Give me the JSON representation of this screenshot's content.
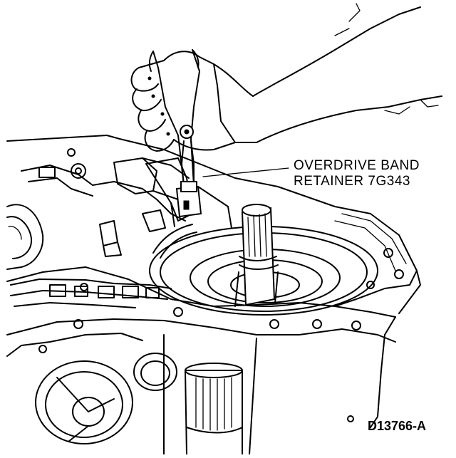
{
  "callout": {
    "line1": "OVERDRIVE BAND",
    "line2": "RETAINER 7G343"
  },
  "figure_id": "D13766-A",
  "colors": {
    "ink": "#000000",
    "background": "#ffffff"
  }
}
